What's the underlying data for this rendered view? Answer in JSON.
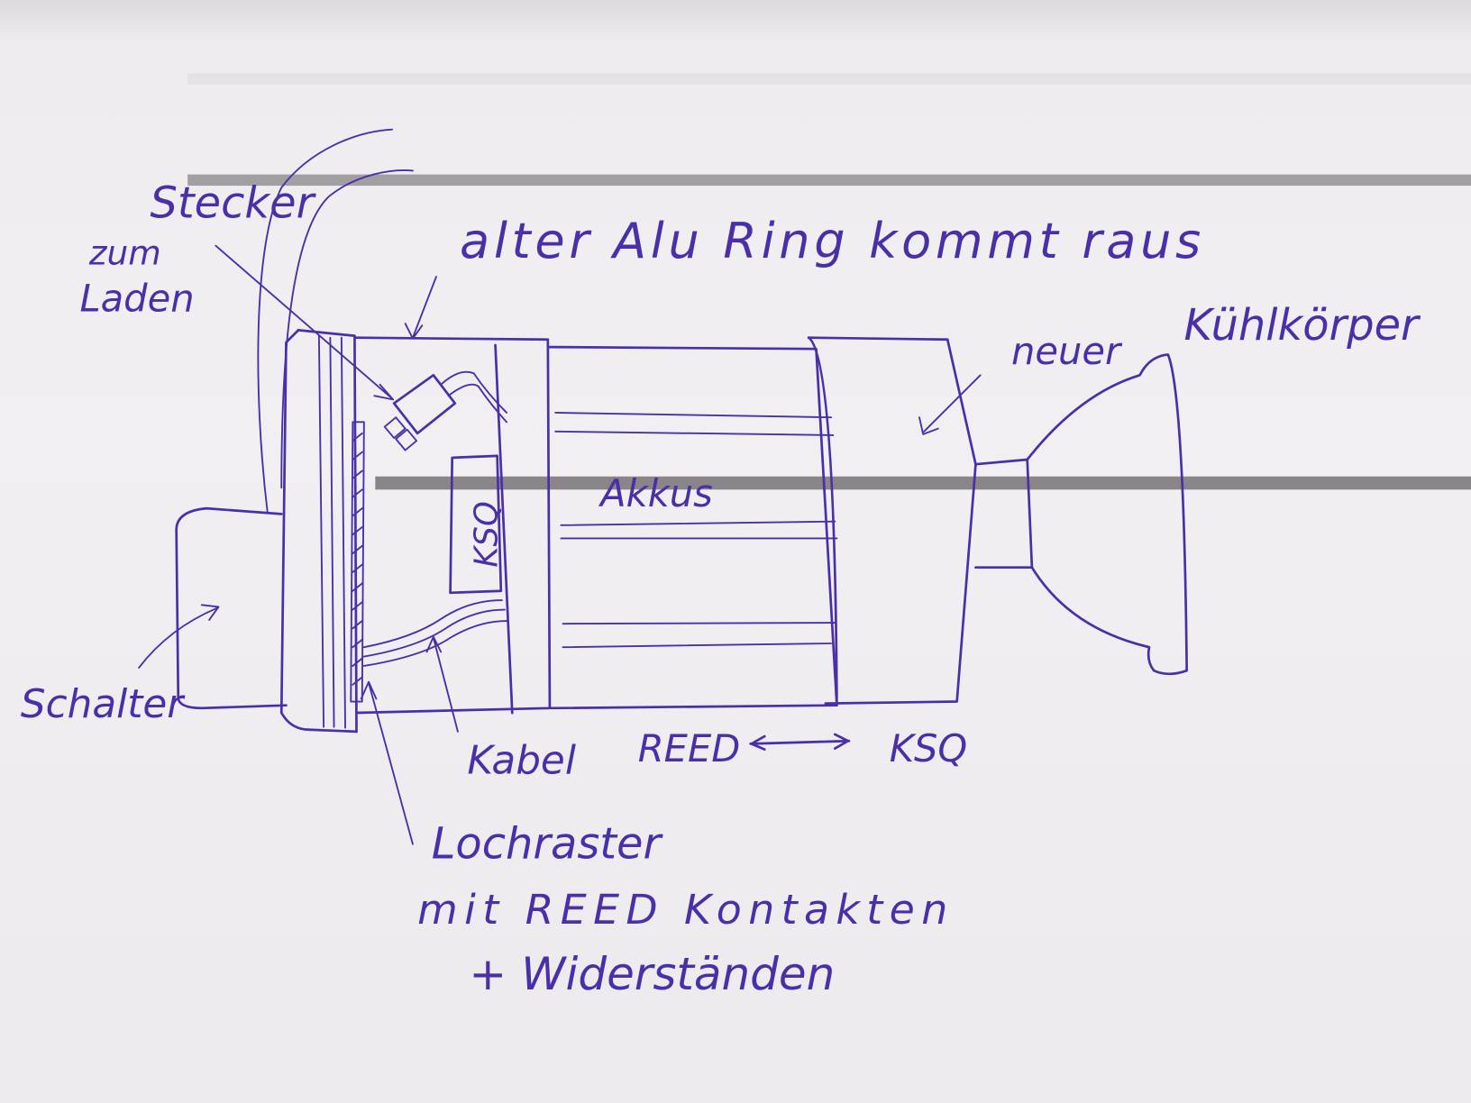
{
  "diagram": {
    "labels": {
      "stecker": "Stecker",
      "zum_laden_1": "zum",
      "zum_laden_2": "Laden",
      "alu_ring": "alter Alu Ring kommt raus",
      "kuehlkoerper_1": "neuer",
      "kuehlkoerper_2": "Kühlkörper",
      "akkus": "Akkus",
      "ksq": "KSQ",
      "schalter": "Schalter",
      "kabel": "Kabel",
      "reed": "REED",
      "ksq_bottom": "KSQ",
      "lochraster_1": "Lochraster",
      "lochraster_2": "mit REED Kontakten",
      "lochraster_3": "+ Widerständen"
    },
    "ink_color": "#4b2fa8",
    "paper_color": "#f1eff1"
  }
}
